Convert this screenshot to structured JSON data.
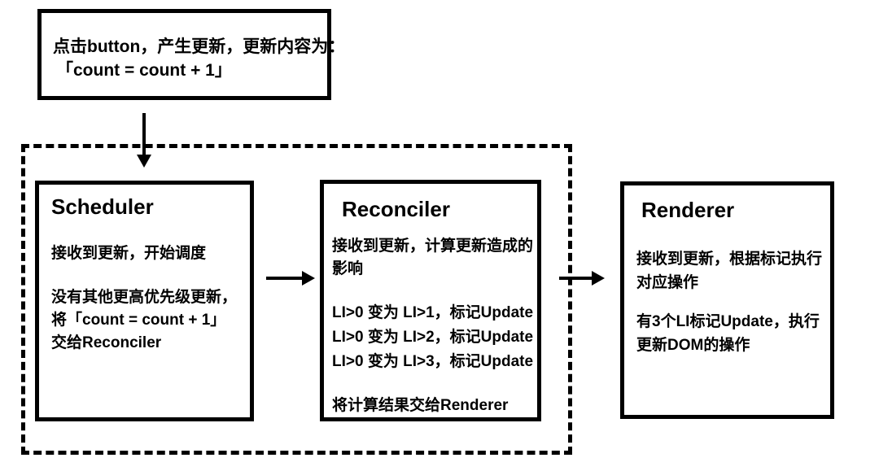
{
  "colors": {
    "ink": "#000000",
    "background": "#ffffff"
  },
  "trigger_box": {
    "line1": "点击button，产生更新，更新内容为：",
    "line2": "「count = count + 1」"
  },
  "scheduler": {
    "title": "Scheduler",
    "p1_line1": "接收到更新，开始调度",
    "p2_line1": "没有其他更高优先级更新，",
    "p2_line2": "将「count = count + 1」",
    "p2_line3": "交给Reconciler"
  },
  "reconciler": {
    "title": "Reconciler",
    "p1_line1": "接收到更新，计算更新造成的",
    "p1_line2": "影响",
    "p2_line1": "LI>0 变为 LI>1，标记Update",
    "p2_line2": "LI>0 变为 LI>2，标记Update",
    "p2_line3": "LI>0 变为 LI>3，标记Update",
    "p3_line1": "将计算结果交给Renderer"
  },
  "renderer": {
    "title": "Renderer",
    "p1_line1": "接收到更新，根据标记执行",
    "p1_line2": "对应操作",
    "p2_line1": "有3个LI标记Update，执行",
    "p2_line2": "更新DOM的操作"
  }
}
